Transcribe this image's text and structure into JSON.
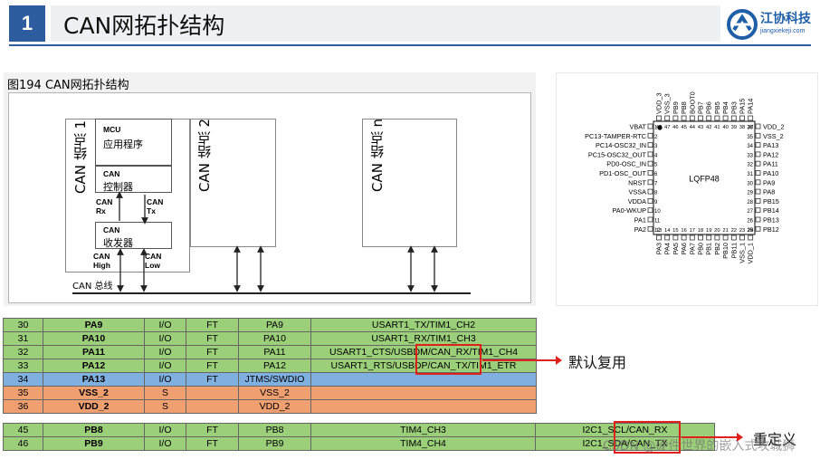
{
  "header": {
    "number": "1",
    "title": "CAN网拓扑结构",
    "logo_text": "江协科技",
    "logo_url": "jiangxiekeji.com"
  },
  "figure": {
    "caption": "图194  CAN网拓扑结构",
    "node1_label": "CAN 结点 1",
    "node2_label": "CAN 结点 2",
    "noden_label": "CAN 结点 n",
    "mcu_title": "MCU",
    "mcu_app": "应用程序",
    "can_ctrl_title": "CAN",
    "can_ctrl_sub": "控制器",
    "can_rx": "CAN\nRx",
    "can_tx": "CAN\nTx",
    "trans_title": "CAN",
    "trans_sub": "收发器",
    "can_high": "CAN\nHigh",
    "can_low": "CAN\nLow",
    "bus_label": "CAN 总线"
  },
  "chip": {
    "package": "LQFP48",
    "top_pins": [
      "VDD_3",
      "VSS_3",
      "PB9",
      "PB8",
      "BOOT0",
      "PB7",
      "PB6",
      "PB5",
      "PB4",
      "PB3",
      "PA15",
      "PA14"
    ],
    "top_nums": [
      "48",
      "47",
      "46",
      "45",
      "44",
      "43",
      "42",
      "41",
      "40",
      "39",
      "38",
      "37"
    ],
    "left_pins": [
      "VBAT",
      "PC13-TAMPER-RTC",
      "PC14-OSC32_IN",
      "PC15-OSC32_OUT",
      "PD0-OSC_IN",
      "PD1-OSC_OUT",
      "NRST",
      "VSSA",
      "VDDA",
      "PA0-WKUP",
      "PA1",
      "PA2"
    ],
    "left_nums": [
      "1",
      "2",
      "3",
      "4",
      "5",
      "6",
      "7",
      "8",
      "9",
      "10",
      "11",
      "12"
    ],
    "right_pins": [
      "VDD_2",
      "VSS_2",
      "PA13",
      "PA12",
      "PA11",
      "PA10",
      "PA9",
      "PA8",
      "PB15",
      "PB14",
      "PB13",
      "PB12"
    ],
    "right_nums": [
      "36",
      "35",
      "34",
      "33",
      "32",
      "31",
      "30",
      "29",
      "28",
      "27",
      "26",
      "25"
    ],
    "bottom_pins": [
      "PA3",
      "PA4",
      "PA5",
      "PA6",
      "PA7",
      "PB0",
      "PB1",
      "PB2",
      "PB10",
      "PB11",
      "VSS_1",
      "VDD_1"
    ],
    "bottom_nums": [
      "13",
      "14",
      "15",
      "16",
      "17",
      "18",
      "19",
      "20",
      "21",
      "22",
      "23",
      "24"
    ]
  },
  "table1": [
    {
      "n": "30",
      "pin": "PA9",
      "io": "I/O",
      "lvl": "FT",
      "main": "PA9",
      "alt": "USART1_TX/TIM1_CH2",
      "color": "#9bcf7a"
    },
    {
      "n": "31",
      "pin": "PA10",
      "io": "I/O",
      "lvl": "FT",
      "main": "PA10",
      "alt": "USART1_RX/TIM1_CH3",
      "color": "#9bcf7a"
    },
    {
      "n": "32",
      "pin": "PA11",
      "io": "I/O",
      "lvl": "FT",
      "main": "PA11",
      "alt": "USART1_CTS/USBDM/CAN_RX/TIM1_CH4",
      "color": "#9bcf7a"
    },
    {
      "n": "33",
      "pin": "PA12",
      "io": "I/O",
      "lvl": "FT",
      "main": "PA12",
      "alt": "USART1_RTS/USBDP/CAN_TX/TIM1_ETR",
      "color": "#9bcf7a"
    },
    {
      "n": "34",
      "pin": "PA13",
      "io": "I/O",
      "lvl": "FT",
      "main": "JTMS/SWDIO",
      "alt": "",
      "color": "#7fb0e0"
    },
    {
      "n": "35",
      "pin": "VSS_2",
      "io": "S",
      "lvl": "",
      "main": "VSS_2",
      "alt": "",
      "color": "#f0a070"
    },
    {
      "n": "36",
      "pin": "VDD_2",
      "io": "S",
      "lvl": "",
      "main": "VDD_2",
      "alt": "",
      "color": "#f0a070"
    }
  ],
  "table2": [
    {
      "n": "45",
      "pin": "PB8",
      "io": "I/O",
      "lvl": "FT",
      "main": "PB8",
      "alt": "TIM4_CH3",
      "remap": "I2C1_SCL/CAN_RX",
      "color": "#9bcf7a"
    },
    {
      "n": "46",
      "pin": "PB9",
      "io": "I/O",
      "lvl": "FT",
      "main": "PB9",
      "alt": "TIM4_CH4",
      "remap": "I2C1_SDA/CAN_TX",
      "color": "#9bcf7a"
    }
  ],
  "annotations": {
    "default_alt": "默认复用",
    "remap": "重定义",
    "accent_color": "#e0201b"
  },
  "watermark": "CSDN @硬件世界的嵌入式攻城狮"
}
